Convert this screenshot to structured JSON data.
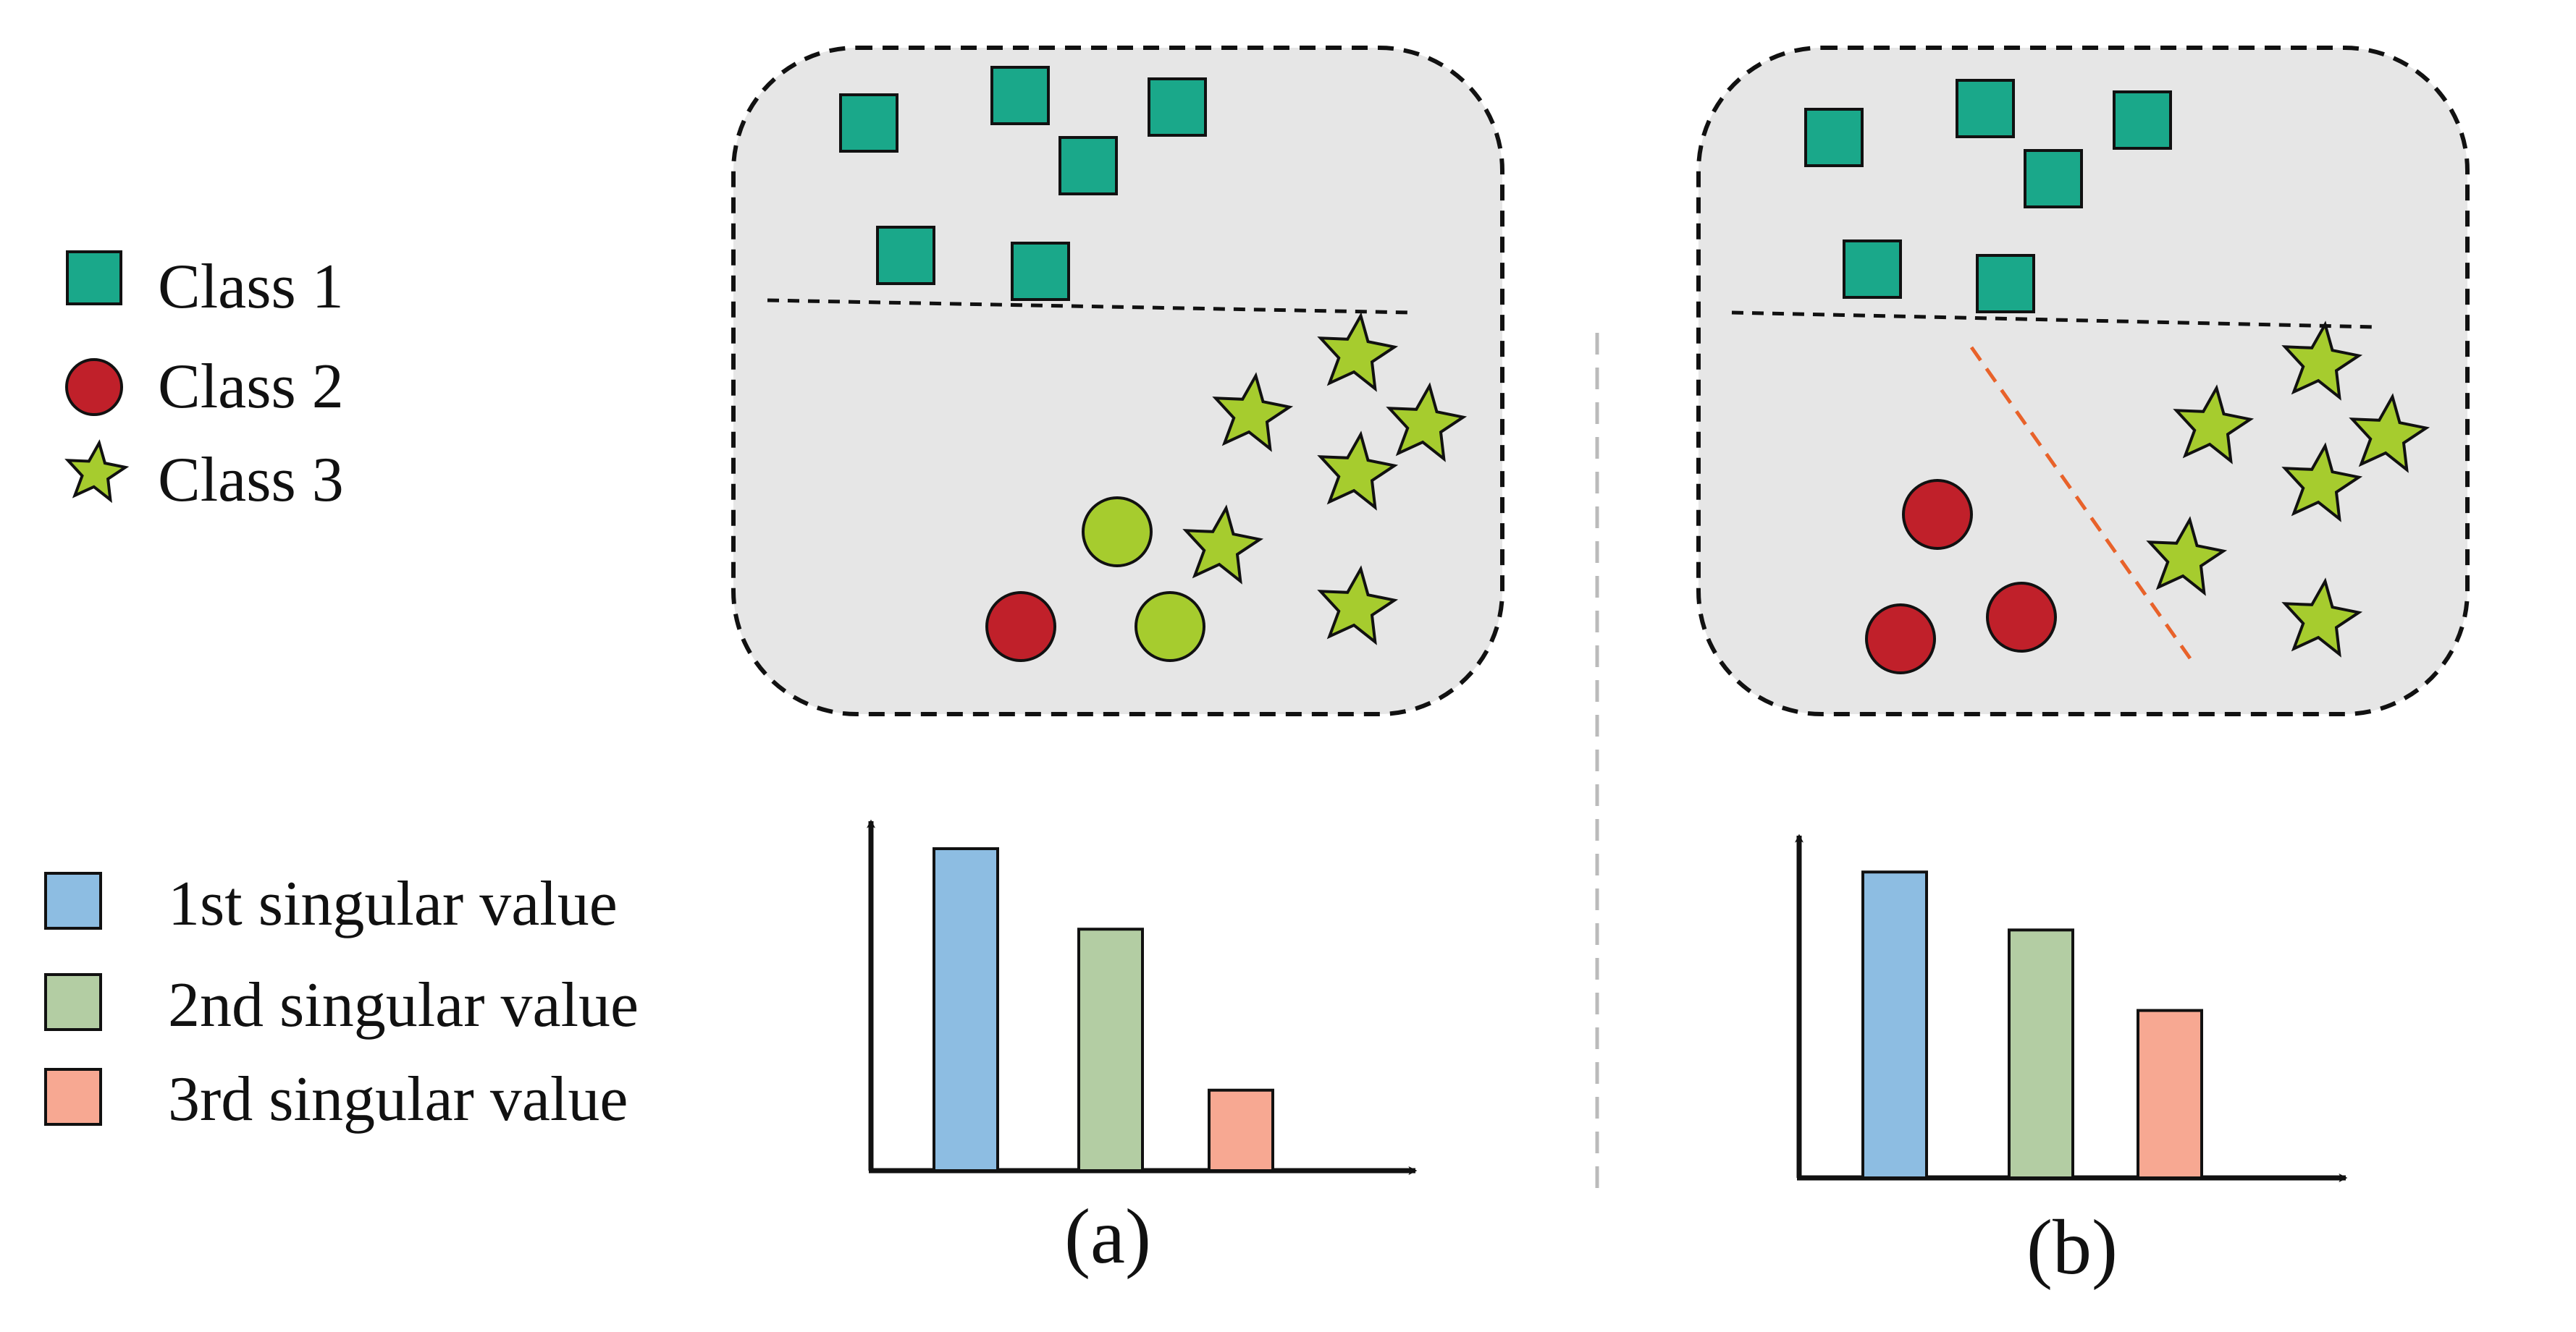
{
  "legend_classes": [
    {
      "label": "Class 1",
      "shape": "square",
      "color": "#1aa88a"
    },
    {
      "label": "Class 2",
      "shape": "circle",
      "color": "#c0202a"
    },
    {
      "label": "Class 3",
      "shape": "star",
      "color": "#a6cc2e"
    }
  ],
  "legend_singular_values": [
    {
      "label": "1st singular value",
      "color": "#8dbde2"
    },
    {
      "label": "2nd singular value",
      "color": "#b3cda3"
    },
    {
      "label": "3rd singular value",
      "color": "#f7a892"
    }
  ],
  "colors": {
    "panel_fill": "#e6e6e6",
    "panel_border": "#111111",
    "decision_boundary": "#111111",
    "extra_boundary": "#e8622a",
    "separator": "#bbbbbb",
    "circle_green": "#a6cc2e"
  },
  "panels": [
    {
      "caption": "(a)",
      "singular_values": [
        1.0,
        0.75,
        0.25
      ]
    },
    {
      "caption": "(b)",
      "singular_values": [
        0.95,
        0.77,
        0.52
      ]
    }
  ]
}
